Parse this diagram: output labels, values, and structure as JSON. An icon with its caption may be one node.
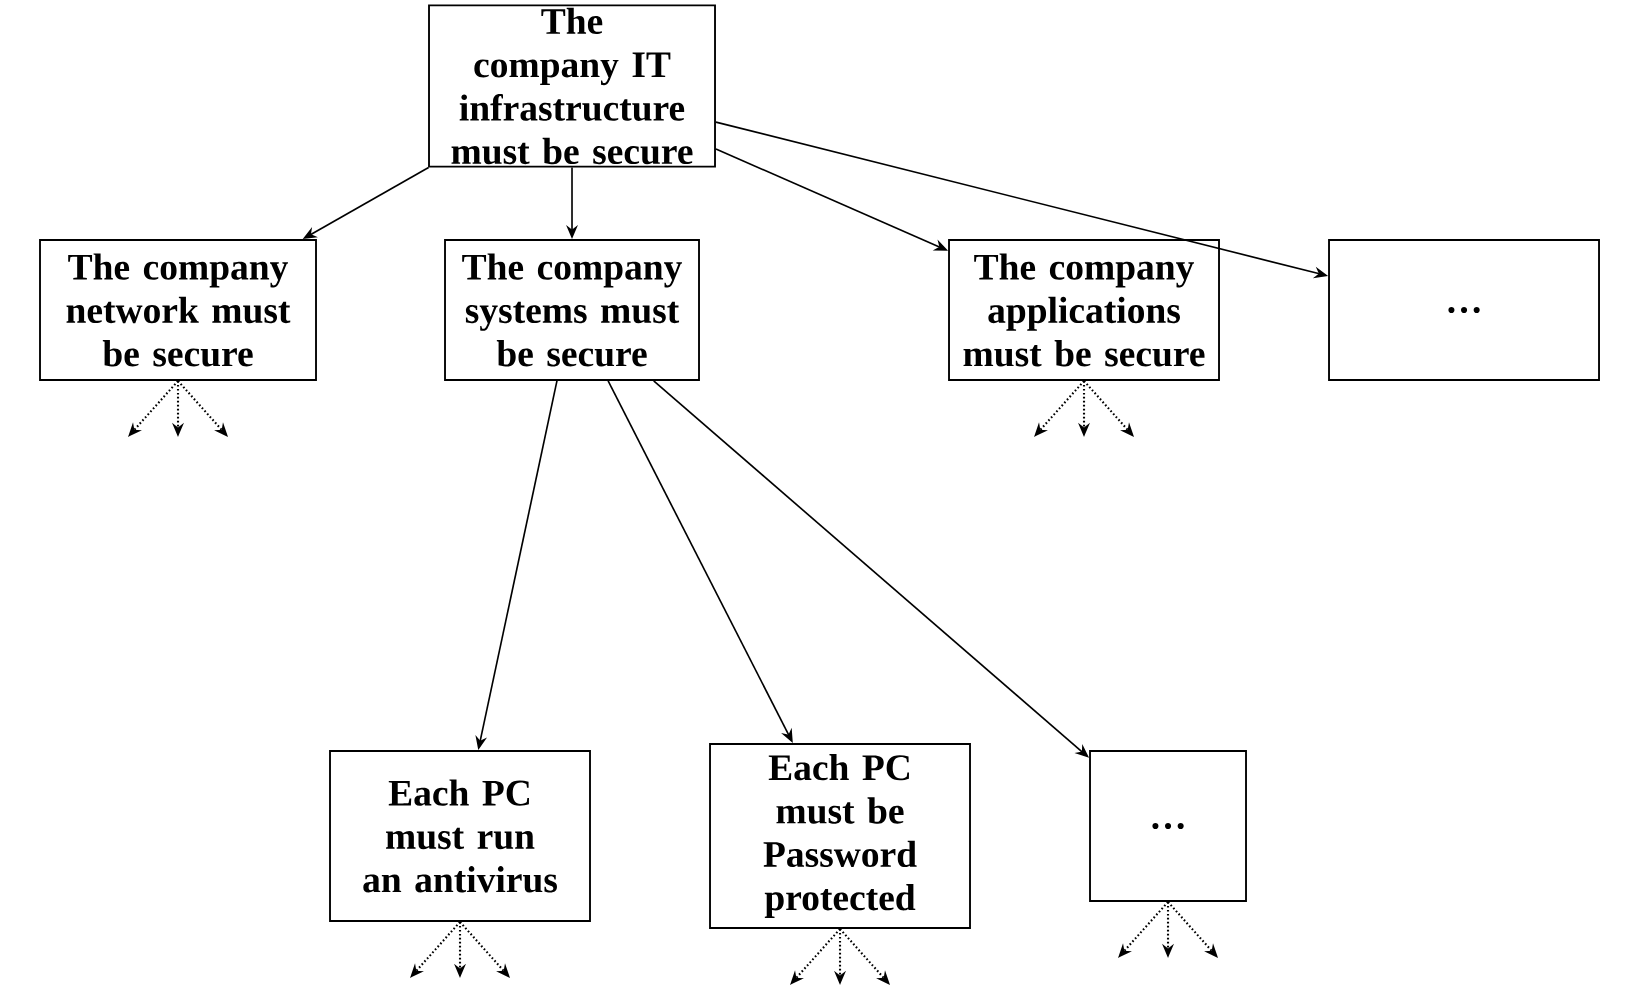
{
  "diagram": {
    "nodes": [
      {
        "text": [
          "The company IT infrastructure must be secure"
        ]
      },
      {
        "text": [
          "The company network must be secure"
        ]
      },
      {
        "text": [
          "The company systems must be secure"
        ]
      },
      {
        "text": [
          "The company applications must be secure"
        ]
      },
      {
        "text": [
          "…"
        ]
      },
      {
        "text": [
          "Each PC must run an antivirus"
        ]
      },
      {
        "text": [
          "Each PC must be Password protected"
        ]
      },
      {
        "text": [
          "…"
        ]
      }
    ],
    "edges": [
      {
        "from": 0,
        "to": 1,
        "arrow": "to"
      },
      {
        "from": 0,
        "to": 2,
        "arrow": "to"
      },
      {
        "from": 0,
        "to": 3,
        "arrow": "to"
      },
      {
        "from": 0,
        "to": 4,
        "arrow": "to"
      },
      {
        "from": 2,
        "to": 5,
        "arrow": "to"
      },
      {
        "from": 2,
        "to": 6,
        "arrow": "to"
      },
      {
        "from": 2,
        "to": 7,
        "arrow": "to"
      },
      {
        "from": 1,
        "to": null,
        "arrow": "to",
        "style": "dashed"
      },
      {
        "from": 1,
        "to": null,
        "arrow": "to",
        "style": "dashed"
      },
      {
        "from": 1,
        "to": null,
        "arrow": "to",
        "style": "dashed"
      },
      {
        "from": 3,
        "to": null,
        "arrow": "to",
        "style": "dashed"
      },
      {
        "from": 3,
        "to": null,
        "arrow": "to",
        "style": "dashed"
      },
      {
        "from": 3,
        "to": null,
        "arrow": "to",
        "style": "dashed"
      },
      {
        "from": 5,
        "to": null,
        "arrow": "to",
        "style": "dashed"
      },
      {
        "from": 5,
        "to": null,
        "arrow": "to",
        "style": "dashed"
      },
      {
        "from": 5,
        "to": null,
        "arrow": "to",
        "style": "dashed"
      },
      {
        "from": 6,
        "to": null,
        "arrow": "to",
        "style": "dashed"
      },
      {
        "from": 6,
        "to": null,
        "arrow": "to",
        "style": "dashed"
      },
      {
        "from": 6,
        "to": null,
        "arrow": "to",
        "style": "dashed"
      },
      {
        "from": 7,
        "to": null,
        "arrow": "to",
        "style": "dashed"
      },
      {
        "from": 7,
        "to": null,
        "arrow": "to",
        "style": "dashed"
      },
      {
        "from": 7,
        "to": null,
        "arrow": "to",
        "style": "dashed"
      }
    ]
  }
}
